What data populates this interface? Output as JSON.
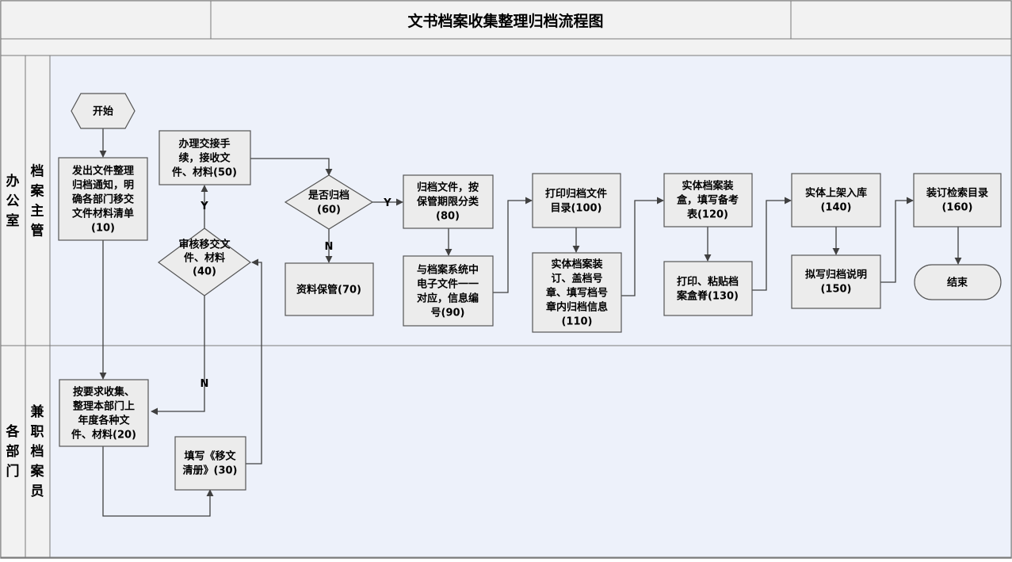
{
  "title": "文书档案收集整理归档流程图",
  "lanes": {
    "department_top": "办公室",
    "role_top": "档案主管",
    "department_bottom": "各部门",
    "role_bottom": "兼职档案员"
  },
  "nodes": {
    "start": "开始",
    "n10": [
      "发出文件整理",
      "归档通知，明",
      "确各部门移交",
      "文件材料清单",
      "(10)"
    ],
    "n20": [
      "按要求收集、",
      "整理本部门上",
      "年度各种文",
      "件、材料(20)"
    ],
    "n30": [
      "填写《移文",
      "清册》(30)"
    ],
    "n40": [
      "审核移交文",
      "件、材料",
      "(40)"
    ],
    "n50": [
      "办理交接手",
      "续，接收文",
      "件、材料(50)"
    ],
    "n60": [
      "是否归档",
      "(60)"
    ],
    "n70": [
      "资料保管(70)"
    ],
    "n80": [
      "归档文件，按",
      "保管期限分类",
      "(80)"
    ],
    "n90": [
      "与档案系统中",
      "电子文件一一",
      "对应，信息编",
      "号(90)"
    ],
    "n100": [
      "打印归档文件",
      "目录(100)"
    ],
    "n110": [
      "实体档案装",
      "订、盖档号",
      "章、填写档号",
      "章内归档信息",
      "(110)"
    ],
    "n120": [
      "实体档案装",
      "盒，填写备考",
      "表(120)"
    ],
    "n130": [
      "打印、粘贴档",
      "案盒脊(130)"
    ],
    "n140": [
      "实体上架入库",
      "(140)"
    ],
    "n150": [
      "拟写归档说明",
      "(150)"
    ],
    "n160": [
      "装订检索目录",
      "(160)"
    ],
    "end": "结束"
  },
  "edge_labels": {
    "n40_yes": "Y",
    "n40_no": "N",
    "n60_yes": "Y",
    "n60_no": "N"
  },
  "colors": {
    "box_fill": "#ececec",
    "box_stroke": "#555555",
    "lane_fill": "#edf1fa",
    "header_fill": "#f2f2f2",
    "line": "#404040"
  }
}
